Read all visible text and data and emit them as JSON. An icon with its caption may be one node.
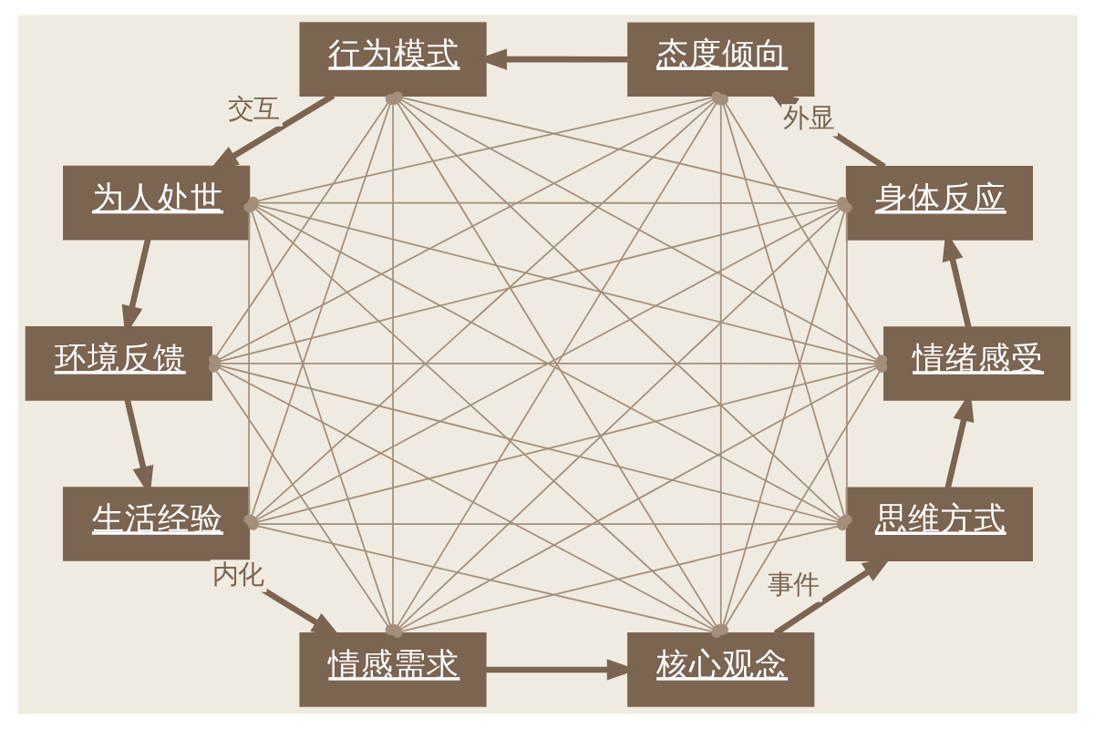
{
  "diagram": {
    "nodes": [
      {
        "text": [
          "情感需求"
        ]
      },
      {
        "text": [
          "核心观念"
        ]
      },
      {
        "text": [
          "生活经验"
        ]
      },
      {
        "text": [
          "思维方式"
        ]
      },
      {
        "text": [
          "环境反馈"
        ]
      },
      {
        "text": [
          "情绪感受"
        ]
      },
      {
        "text": [
          "为人处世"
        ]
      },
      {
        "text": [
          "身体反应"
        ]
      },
      {
        "text": [
          "行为模式"
        ]
      },
      {
        "text": [
          "态度倾向"
        ]
      }
    ],
    "edges": [
      {
        "from": 0,
        "to": 1,
        "arrow": "to",
        "style": "thick",
        "color": "#7b6450"
      },
      {
        "from": 1,
        "to": 3,
        "arrow": "to",
        "label": "事件",
        "style": "thick",
        "color": "#7b6450"
      },
      {
        "from": 3,
        "to": 5,
        "arrow": "to",
        "style": "thick",
        "color": "#7b6450"
      },
      {
        "from": 5,
        "to": 7,
        "arrow": "to",
        "style": "thick",
        "color": "#7b6450"
      },
      {
        "from": 7,
        "to": 9,
        "arrow": "to",
        "label": "外显",
        "style": "thick",
        "color": "#7b6450"
      },
      {
        "from": 9,
        "to": 8,
        "arrow": "to",
        "style": "thick",
        "color": "#7b6450"
      },
      {
        "from": 8,
        "to": 6,
        "arrow": "to",
        "label": "交互",
        "style": "thick",
        "color": "#7b6450"
      },
      {
        "from": 6,
        "to": 4,
        "arrow": "to",
        "style": "thick",
        "color": "#7b6450"
      },
      {
        "from": 4,
        "to": 2,
        "arrow": "to",
        "style": "thick",
        "color": "#7b6450"
      },
      {
        "from": 2,
        "to": 0,
        "arrow": "to",
        "label": "内化",
        "style": "thick",
        "color": "#7b6450"
      },
      {
        "from": 0,
        "to": 3,
        "arrow": "other"
      },
      {
        "from": 0,
        "to": 4,
        "arrow": "other"
      },
      {
        "from": 0,
        "to": 5,
        "arrow": "other"
      },
      {
        "from": 0,
        "to": 6,
        "arrow": "other"
      },
      {
        "from": 0,
        "to": 7,
        "arrow": "other"
      },
      {
        "from": 0,
        "to": 8,
        "arrow": "other"
      },
      {
        "from": 0,
        "to": 9,
        "arrow": "other"
      },
      {
        "from": 1,
        "to": 2,
        "arrow": "other"
      },
      {
        "from": 1,
        "to": 4,
        "arrow": "other"
      },
      {
        "from": 1,
        "to": 5,
        "arrow": "other"
      },
      {
        "from": 1,
        "to": 6,
        "arrow": "other"
      },
      {
        "from": 1,
        "to": 7,
        "arrow": "other"
      },
      {
        "from": 1,
        "to": 8,
        "arrow": "other"
      },
      {
        "from": 1,
        "to": 9,
        "arrow": "other"
      },
      {
        "from": 2,
        "to": 3,
        "arrow": "other"
      },
      {
        "from": 2,
        "to": 5,
        "arrow": "other"
      },
      {
        "from": 2,
        "to": 6,
        "arrow": "other"
      },
      {
        "from": 2,
        "to": 7,
        "arrow": "other"
      },
      {
        "from": 2,
        "to": 8,
        "arrow": "other"
      },
      {
        "from": 2,
        "to": 9,
        "arrow": "other"
      },
      {
        "from": 3,
        "to": 4,
        "arrow": "other"
      },
      {
        "from": 3,
        "to": 6,
        "arrow": "other"
      },
      {
        "from": 3,
        "to": 7,
        "arrow": "other"
      },
      {
        "from": 3,
        "to": 8,
        "arrow": "other"
      },
      {
        "from": 3,
        "to": 9,
        "arrow": "other"
      },
      {
        "from": 4,
        "to": 5,
        "arrow": "other"
      },
      {
        "from": 4,
        "to": 7,
        "arrow": "other"
      },
      {
        "from": 4,
        "to": 8,
        "arrow": "other"
      },
      {
        "from": 4,
        "to": 9,
        "arrow": "other"
      },
      {
        "from": 5,
        "to": 6,
        "arrow": "other"
      },
      {
        "from": 5,
        "to": 8,
        "arrow": "other"
      },
      {
        "from": 5,
        "to": 9,
        "arrow": "other"
      },
      {
        "from": 6,
        "to": 7,
        "arrow": "other"
      },
      {
        "from": 6,
        "to": 9,
        "arrow": "other"
      },
      {
        "from": 7,
        "to": 8,
        "arrow": "other"
      }
    ]
  }
}
